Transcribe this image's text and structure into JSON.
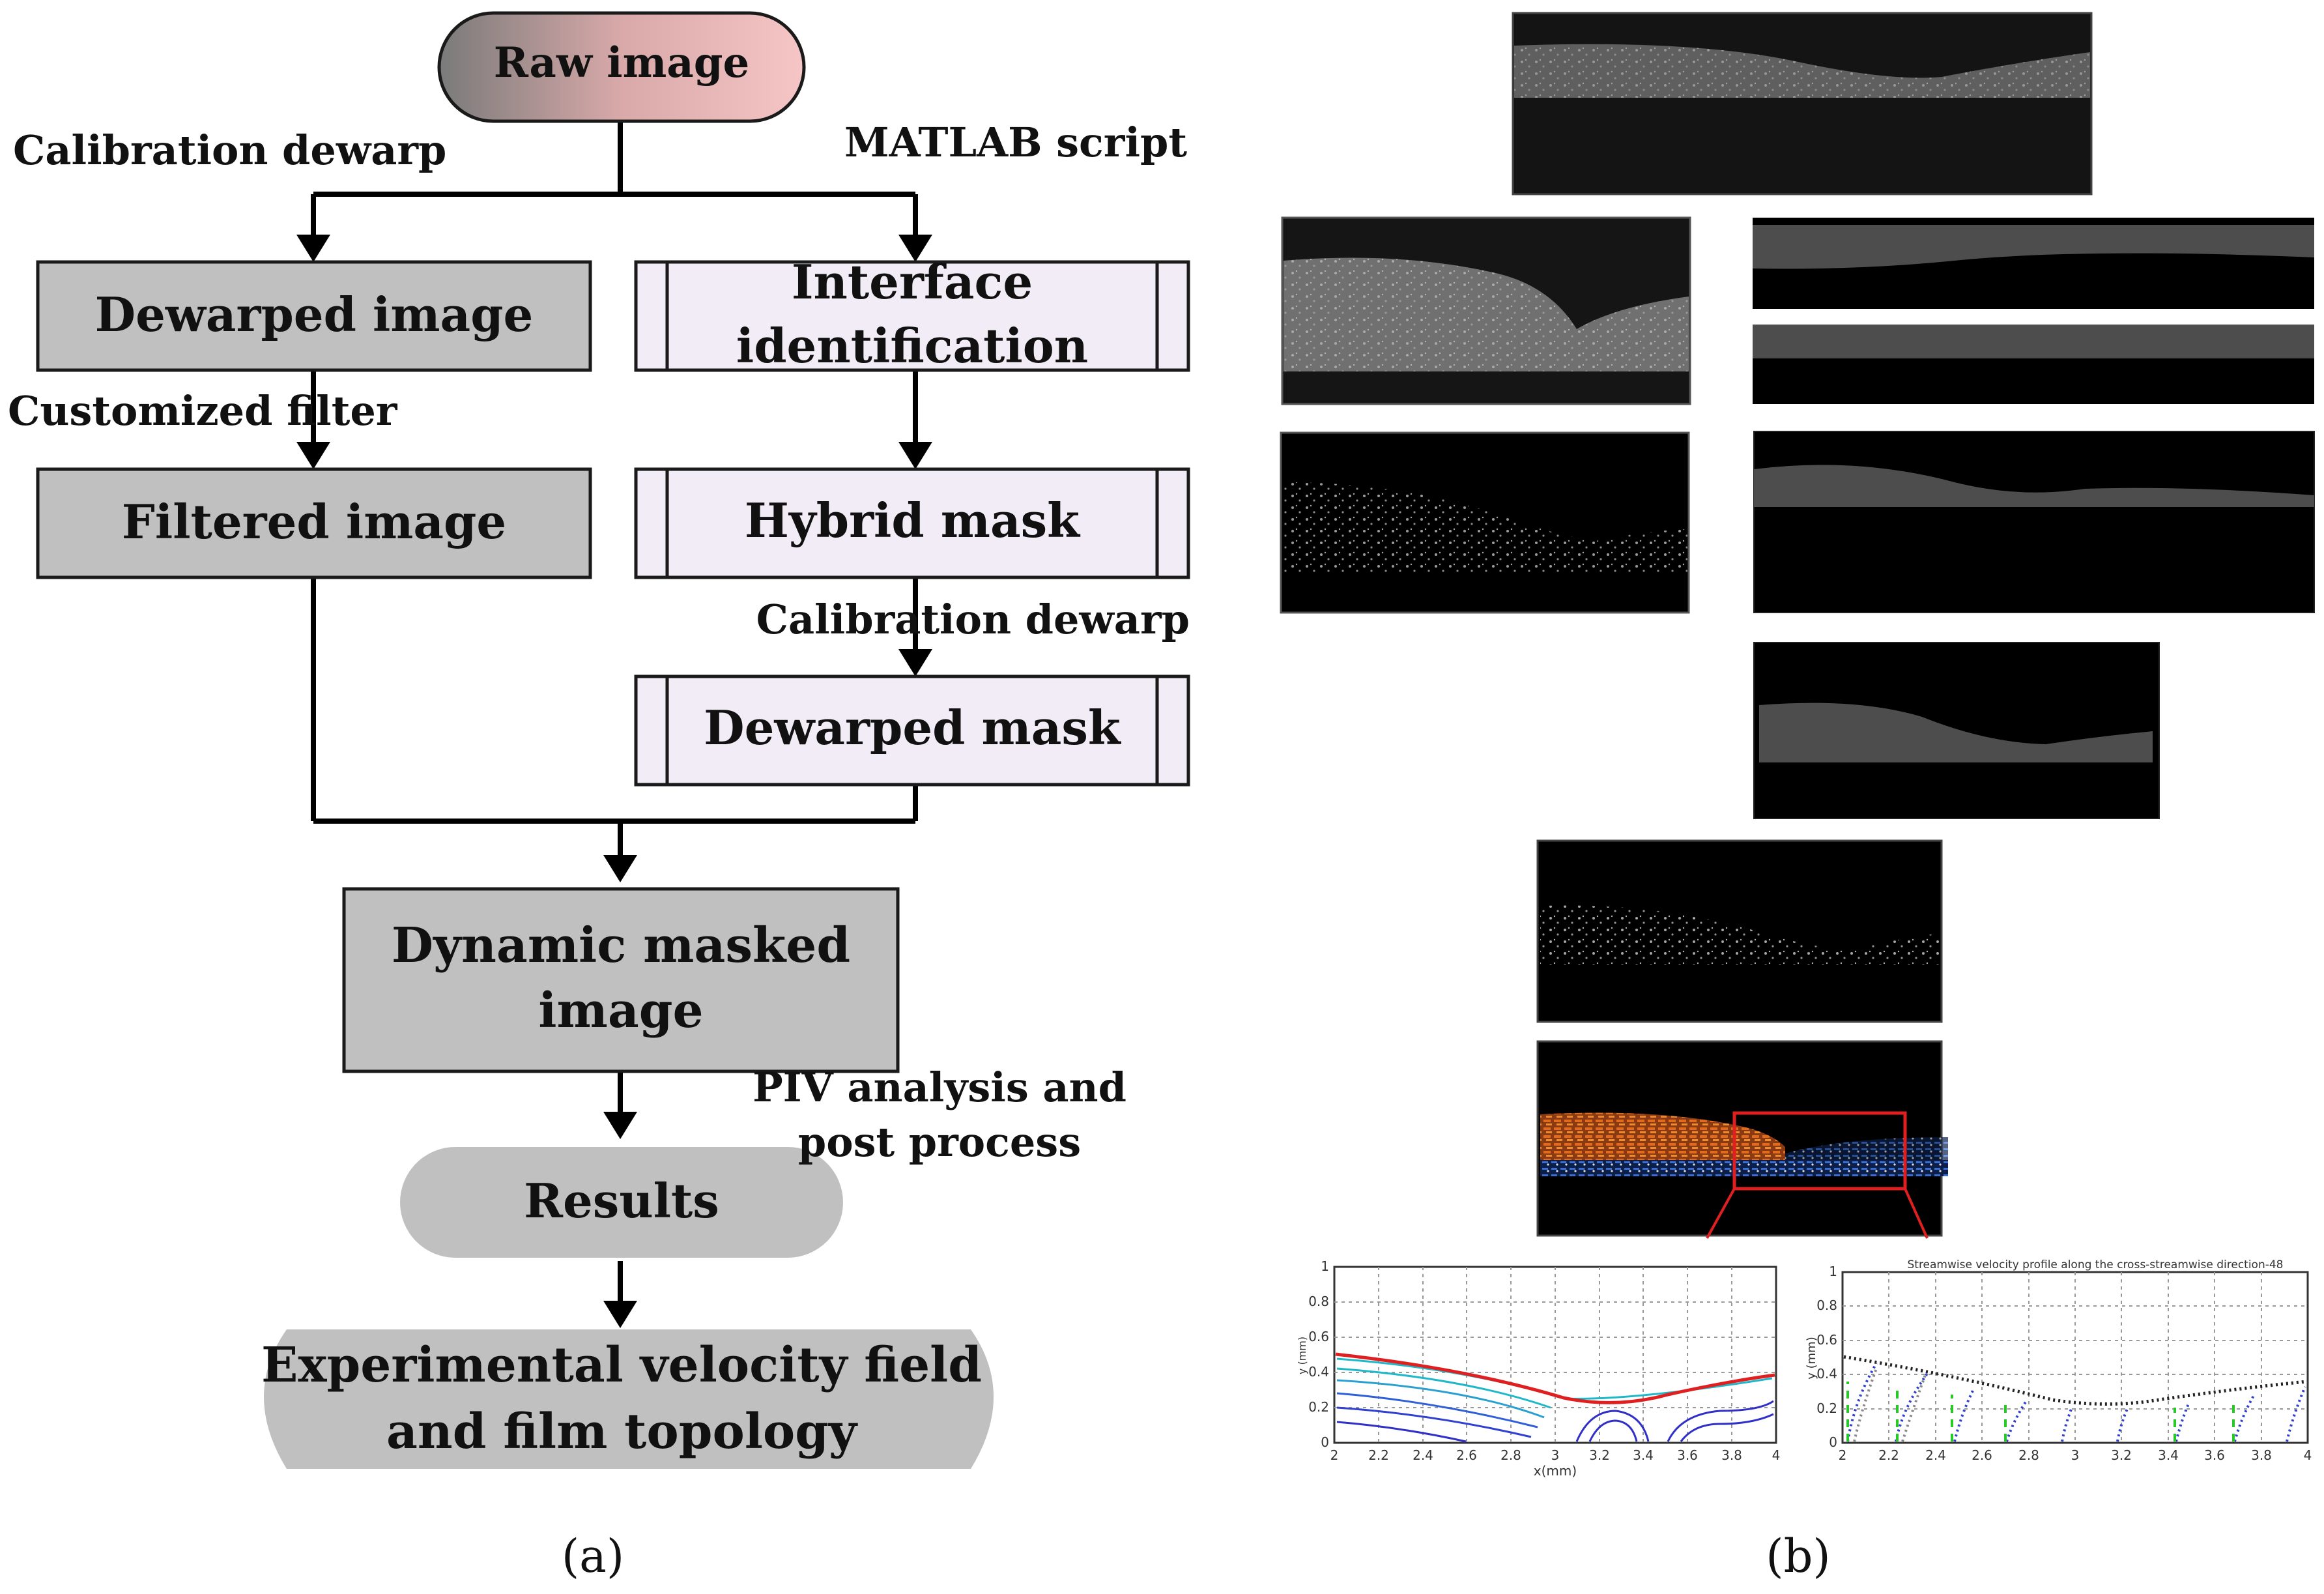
{
  "flowchart": {
    "nodes": {
      "raw": "Raw image",
      "dewarped_image": "Dewarped image",
      "interface_1": "Interface",
      "interface_2": "identification",
      "filtered_image": "Filtered image",
      "hybrid_mask": "Hybrid mask",
      "dewarped_mask": "Dewarped mask",
      "dynamic_1": "Dynamic masked",
      "dynamic_2": "image",
      "results": "Results",
      "final_1": "Experimental velocity field",
      "final_2": "and film topology"
    },
    "labels": {
      "calibration_dewarp_left": "Calibration dewarp",
      "matlab_script": "MATLAB script",
      "customized_filter": "Customized filter",
      "calibration_dewarp_right": "Calibration dewarp",
      "piv_1": "PIV analysis and",
      "piv_2": "post process"
    },
    "colors": {
      "gray_box": "#c0c0c0",
      "lavender_box": "#f1ecf5",
      "raw_gradient_start": "#7a7a7a",
      "raw_gradient_end": "#f6c6c6",
      "stroke": "#1a1a1a"
    }
  },
  "panel_labels": {
    "a": "(a)",
    "b": "(b)"
  },
  "plots": {
    "left": {
      "x_ticks": [
        "2",
        "2.2",
        "2.4",
        "2.6",
        "2.8",
        "3",
        "3.2",
        "3.4",
        "3.6",
        "3.8",
        "4"
      ],
      "y_ticks": [
        "0",
        "0.2",
        "0.4",
        "0.6",
        "0.8",
        "1"
      ],
      "ylabel": "y (mm)",
      "xlabel": "x(mm)"
    },
    "right": {
      "title": "Streamwise velocity profile along the cross-streamwise direction-48",
      "x_ticks": [
        "2",
        "2.2",
        "2.4",
        "2.6",
        "2.8",
        "3",
        "3.2",
        "3.4",
        "3.6",
        "3.8",
        "4"
      ],
      "y_ticks": [
        "0",
        "0.2",
        "0.4",
        "0.6",
        "0.8",
        "1"
      ],
      "ylabel": "y (mm)"
    }
  }
}
